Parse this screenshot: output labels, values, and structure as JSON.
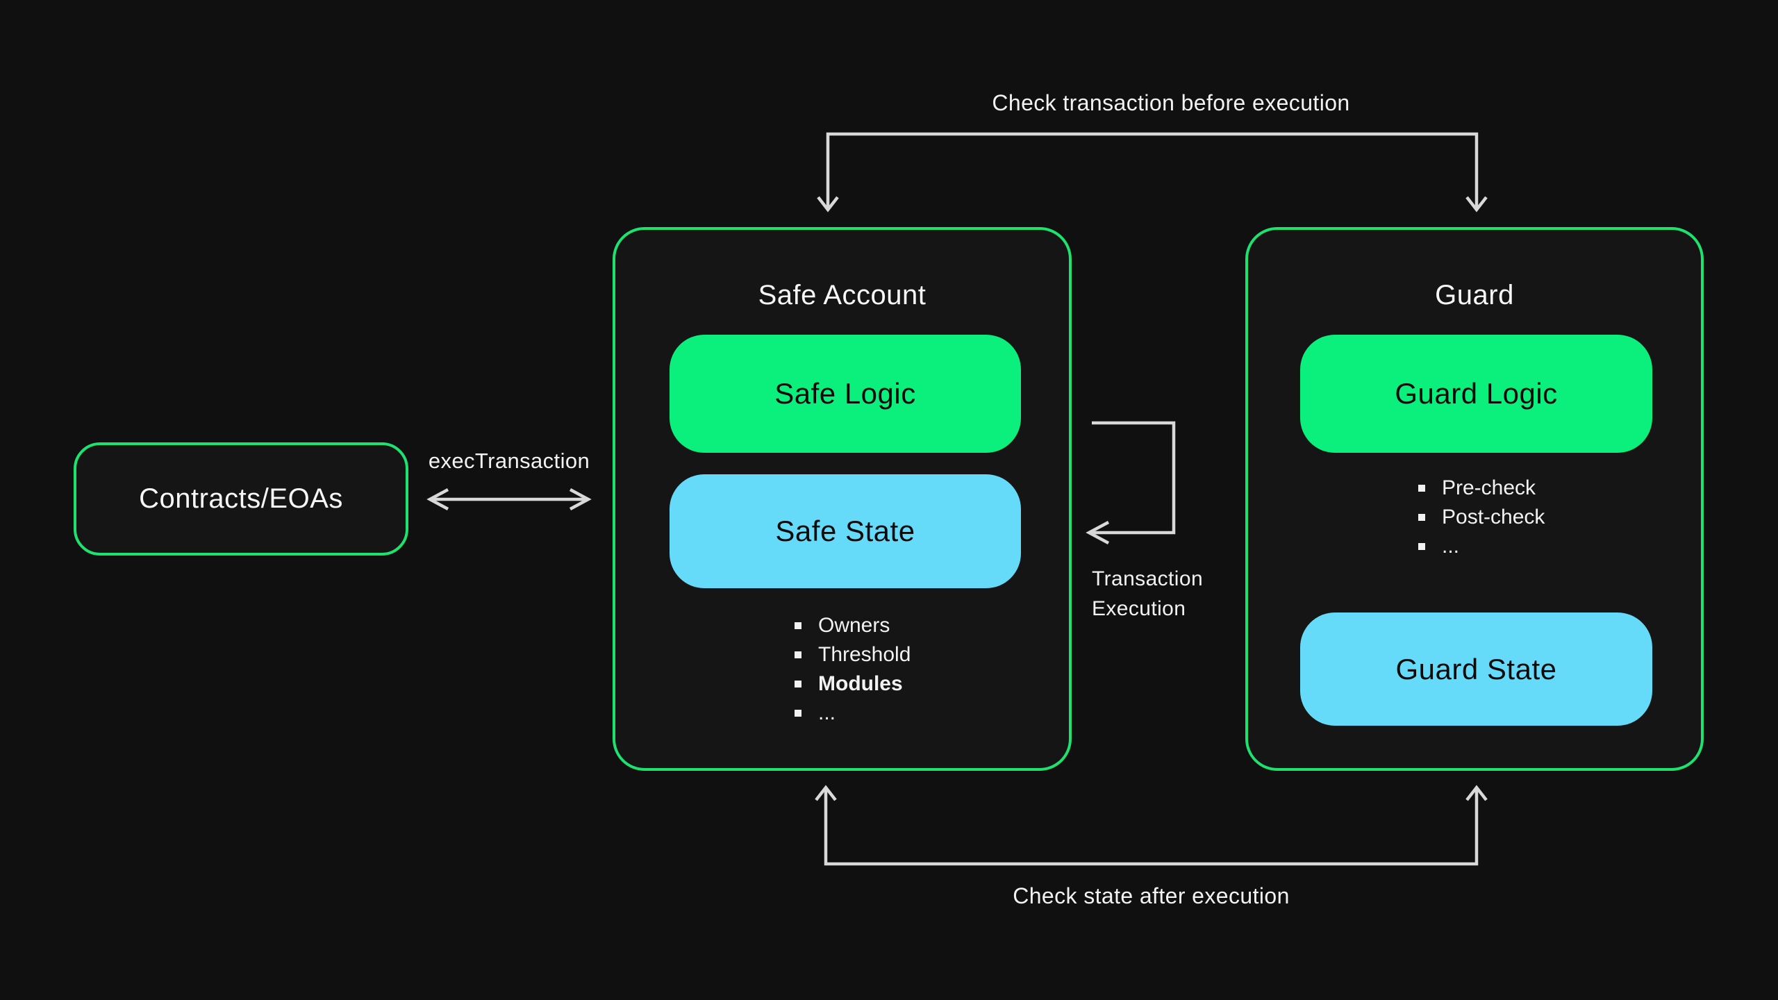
{
  "page": {
    "background": "#101010",
    "description": "Safe smart account guard architecture diagram"
  },
  "colors": {
    "background": "#101010",
    "container_fill": "#151515",
    "green_border": "#1de26f",
    "green_fill": "#0bef7c",
    "blue_fill": "#66dbf9",
    "arrow": "#d9d9d9",
    "text_light": "#f2f2f2",
    "text_dark": "#0b0b0b"
  },
  "nodes": {
    "contracts": {
      "label": "Contracts/EOAs"
    },
    "safe_account": {
      "title": "Safe Account",
      "logic_label": "Safe Logic",
      "state_label": "Safe State",
      "bullets": [
        "Owners",
        "Threshold",
        "Modules",
        "..."
      ]
    },
    "guard": {
      "title": "Guard",
      "logic_label": "Guard Logic",
      "state_label": "Guard State",
      "bullets": [
        "Pre-check",
        "Post-check",
        "..."
      ]
    }
  },
  "arrows": {
    "check_before_label": "Check transaction before execution",
    "check_after_label": "Check state after execution",
    "exec_transaction_label": "execTransaction",
    "transaction_execution_line1": "Transaction",
    "transaction_execution_line2": "Execution"
  }
}
